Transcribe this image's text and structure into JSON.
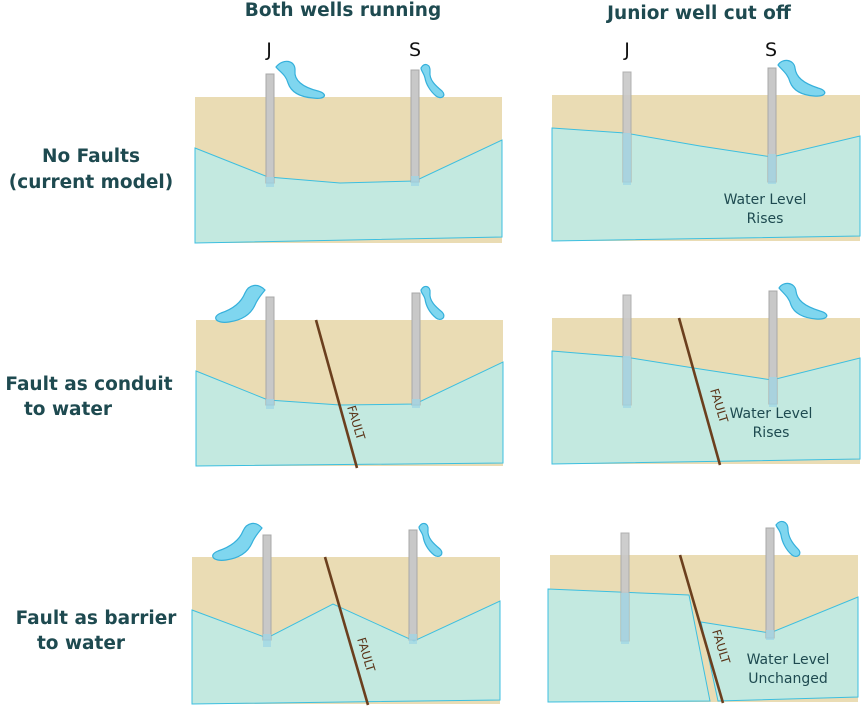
{
  "columns": {
    "left": "Both wells running",
    "right": "Junior well cut off"
  },
  "rows": {
    "row1": [
      "No Faults",
      "(current model)"
    ],
    "row2": [
      "Fault as conduit",
      "to water"
    ],
    "row3": [
      "Fault as barrier",
      "to water"
    ]
  },
  "wells": {
    "junior": "J",
    "senior": "S"
  },
  "fault_label": "FAULT",
  "notes": {
    "row1": [
      "Water Level",
      "Rises"
    ],
    "row2": [
      "Water Level",
      "Rises"
    ],
    "row3": [
      "Water Level",
      "Unchanged"
    ]
  },
  "colors": {
    "soil": "#eadcb4",
    "water": "#c3e9e0",
    "water_edge": "#3cbfe0",
    "fault": "#6b3f1e",
    "heading": "#1e4a50"
  }
}
